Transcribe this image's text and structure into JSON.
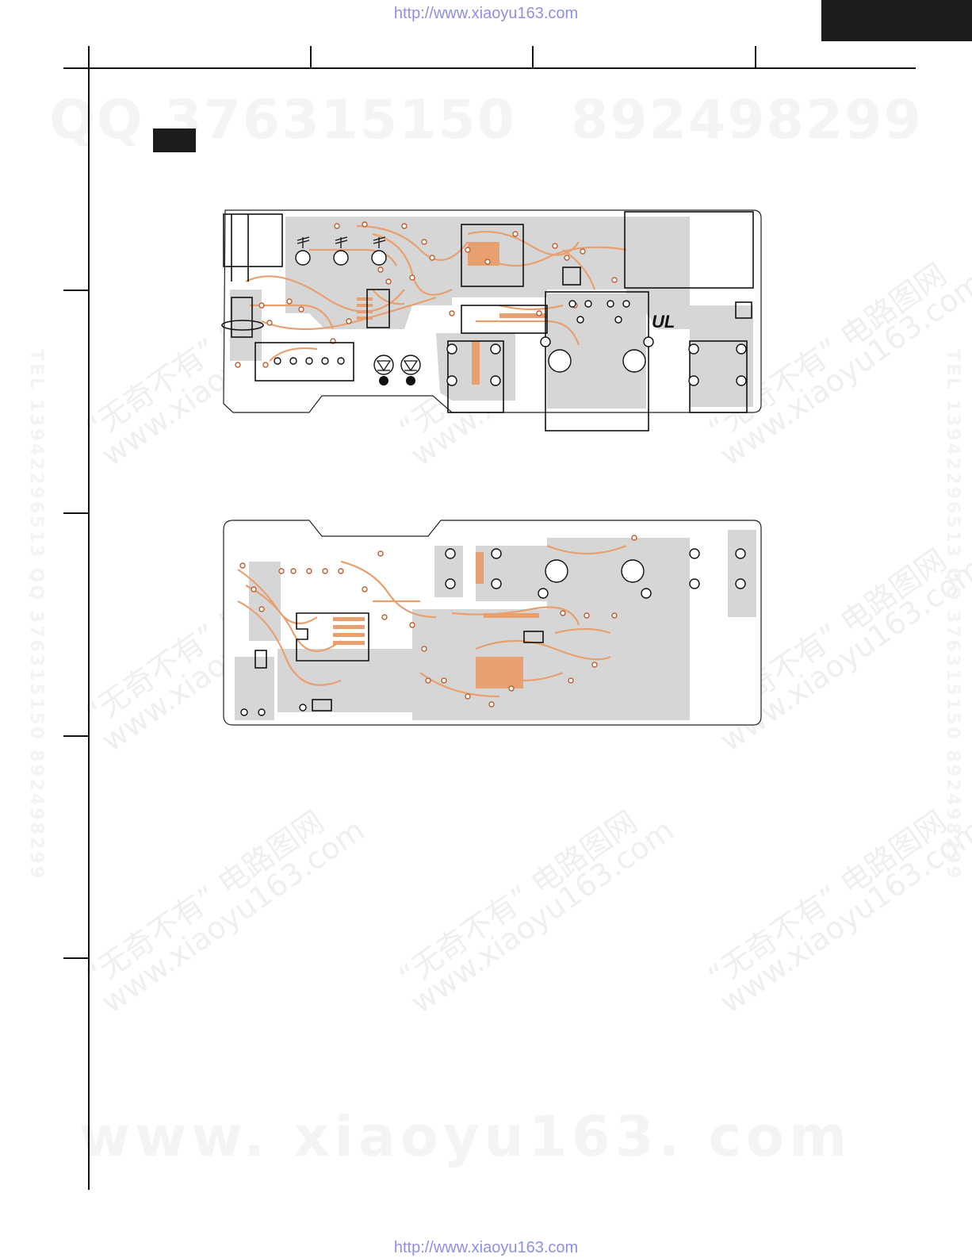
{
  "header": {
    "url_top": "http://www.xiaoyu163.com",
    "url_bottom": "http://www.xiaoyu163.com"
  },
  "watermarks": {
    "qq_left": "QQ 376315150",
    "qq_right": "892498299",
    "site_bottom": "www. xiaoyu163. com",
    "diag_cn": "“无奇不有”  电路图网",
    "diag_en": "www.xiaoyu163.com",
    "side_left": "TEL 13942296513  QQ 376315150  892498299",
    "side_right": "TEL 13942296513  QQ 376315150  892498299"
  },
  "colors": {
    "trace": "#e8a070",
    "copper": "#d4d4d4",
    "ink": "#111111",
    "link": "#8f8fe6"
  }
}
